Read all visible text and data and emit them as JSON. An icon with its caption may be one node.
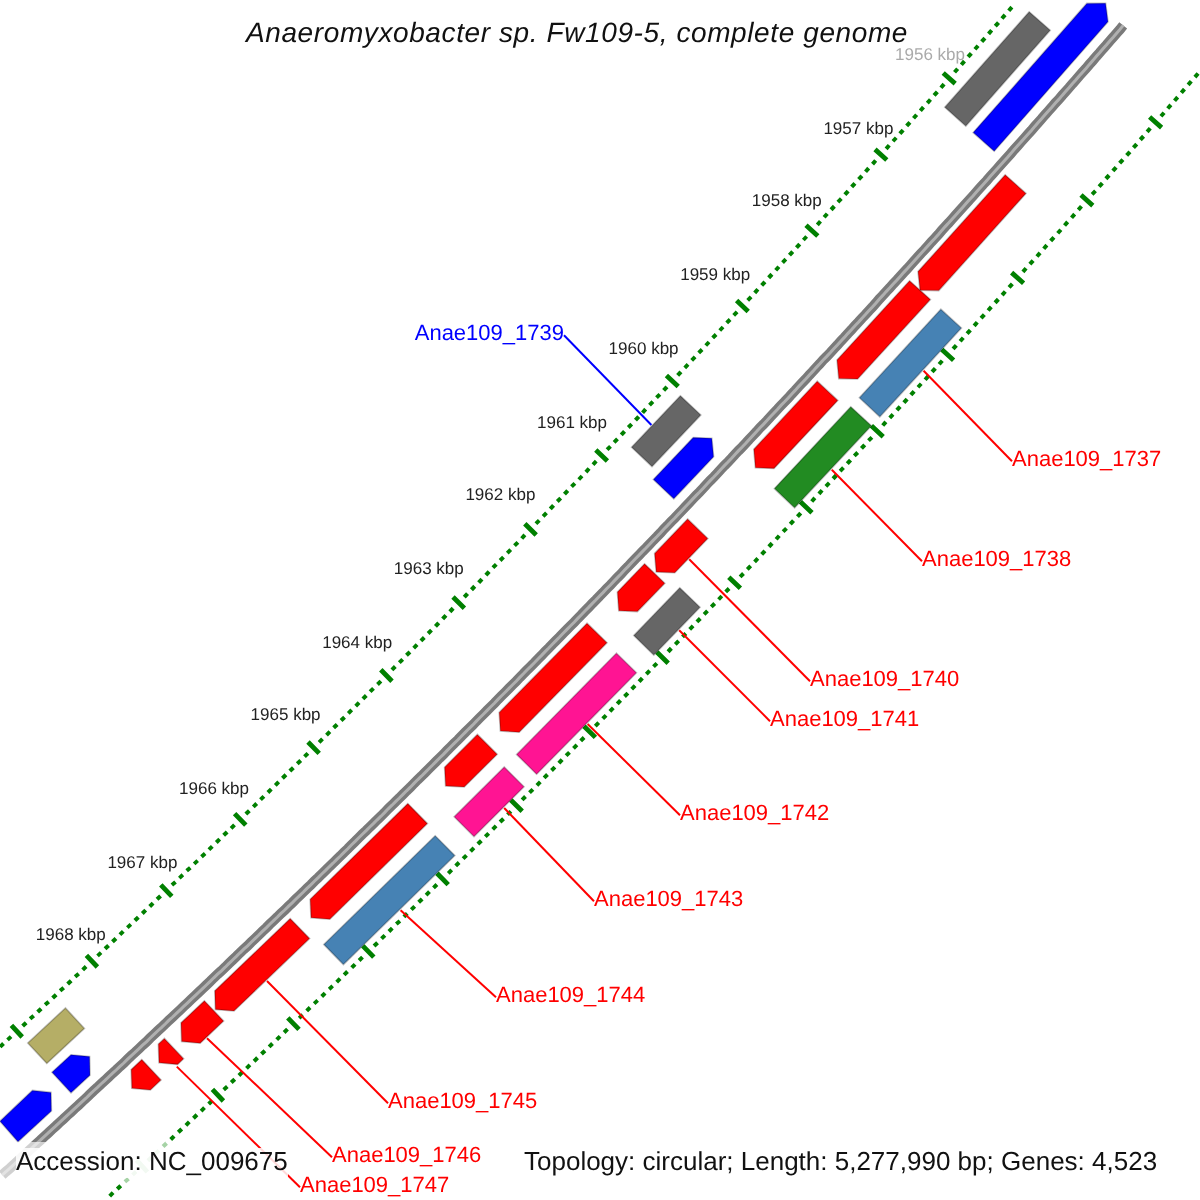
{
  "diagram": {
    "title": "Anaeromyxobacter sp. Fw109-5, complete genome",
    "nodes": [
      {
        "text": [
          "Anae109_1739"
        ]
      },
      {
        "text": [
          "Anae109_1737"
        ]
      },
      {
        "text": [
          "Anae109_1738"
        ]
      },
      {
        "text": [
          "Anae109_1740"
        ]
      },
      {
        "text": [
          "Anae109_1741"
        ]
      },
      {
        "text": [
          "Anae109_1742"
        ]
      },
      {
        "text": [
          "Anae109_1743"
        ]
      },
      {
        "text": [
          "Anae109_1744"
        ]
      },
      {
        "text": [
          "Anae109_1745"
        ]
      },
      {
        "text": [
          "Anae109_1746"
        ]
      },
      {
        "text": [
          "Anae109_1747"
        ]
      },
      {
        "text": [],
        "shape": "bar"
      },
      {
        "text": [],
        "shape": "arrow"
      },
      {
        "text": [],
        "shape": "arrow"
      },
      {
        "text": [],
        "shape": "arrow"
      },
      {
        "text": [],
        "shape": "bar"
      },
      {
        "text": [],
        "shape": "arrow"
      },
      {
        "text": [],
        "shape": "bar"
      },
      {
        "text": [],
        "shape": "bar"
      },
      {
        "text": [],
        "shape": "arrow"
      },
      {
        "text": [],
        "shape": "arrow"
      },
      {
        "text": [],
        "shape": "arrow"
      },
      {
        "text": [],
        "shape": "bar"
      },
      {
        "text": [],
        "shape": "arrow"
      },
      {
        "text": [],
        "shape": "bar"
      },
      {
        "text": [],
        "shape": "arrow"
      },
      {
        "text": [],
        "shape": "bar"
      },
      {
        "text": [],
        "shape": "arrow"
      },
      {
        "text": [],
        "shape": "bar"
      },
      {
        "text": [],
        "shape": "arrow"
      },
      {
        "text": [],
        "shape": "arrow"
      },
      {
        "text": [],
        "shape": "arrow"
      },
      {
        "text": [],
        "shape": "arrow"
      },
      {
        "text": [],
        "shape": "bar"
      },
      {
        "text": [],
        "shape": "arrow"
      },
      {
        "text": [],
        "shape": "arrow"
      }
    ],
    "edges": [
      {
        "from": 0,
        "to": 18,
        "arrow": "none",
        "color": "#0000ff"
      },
      {
        "from": 1,
        "to": 15,
        "arrow": "none"
      },
      {
        "from": 2,
        "to": 17,
        "arrow": "none"
      },
      {
        "from": 3,
        "to": 20,
        "arrow": "none"
      },
      {
        "from": 4,
        "to": 22,
        "arrow": "none"
      },
      {
        "from": 5,
        "to": 24,
        "arrow": "none"
      },
      {
        "from": 6,
        "to": 26,
        "arrow": "none"
      },
      {
        "from": 7,
        "to": 28,
        "arrow": "none"
      },
      {
        "from": 8,
        "to": 29,
        "arrow": "none"
      },
      {
        "from": 9,
        "to": 30,
        "arrow": "none"
      },
      {
        "from": 10,
        "to": 31,
        "arrow": "none"
      }
    ],
    "labels": [
      "1956 kbp",
      "1957 kbp",
      "1958 kbp",
      "1959 kbp",
      "1960 kbp",
      "1961 kbp",
      "1962 kbp",
      "1963 kbp",
      "1964 kbp",
      "1965 kbp",
      "1966 kbp",
      "1967 kbp",
      "1968 kbp",
      "Accession: NC_009675",
      "Topology: circular; Length: 5,277,990 bp; Genes: 4,523"
    ]
  }
}
